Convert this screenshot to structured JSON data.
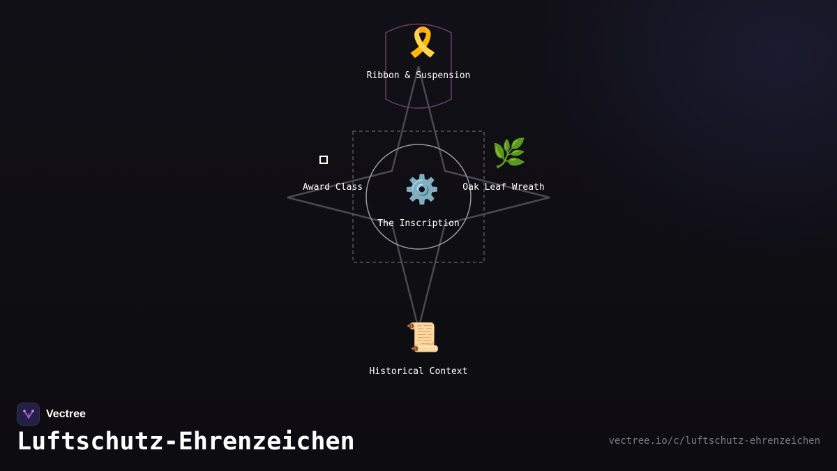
{
  "diagram": {
    "center": {
      "label": "The Inscription",
      "icon": "gear-icon",
      "glyph": "⚙️"
    },
    "nodes": {
      "top": {
        "label": "Ribbon & Suspension",
        "icon": "ribbon-icon",
        "glyph": "🎗️"
      },
      "left": {
        "label": "Award Class",
        "icon": "square-icon"
      },
      "right": {
        "label": "Oak Leaf Wreath",
        "icon": "herb-leaf-icon",
        "glyph": "🌿"
      },
      "bottom": {
        "label": "Historical Context",
        "icon": "scroll-icon",
        "glyph": "📜"
      }
    },
    "colors": {
      "star_outline": "#4a4a52",
      "circle": "#9a9aa2",
      "dashed_box": "#55555c",
      "shield": "#6a3f66"
    }
  },
  "footer": {
    "brand": "Vectree",
    "title": "Luftschutz-Ehrenzeichen",
    "url": "vectree.io/c/luftschutz-ehrenzeichen",
    "logo_color": "#241f45",
    "accent": "#9b59d6"
  }
}
